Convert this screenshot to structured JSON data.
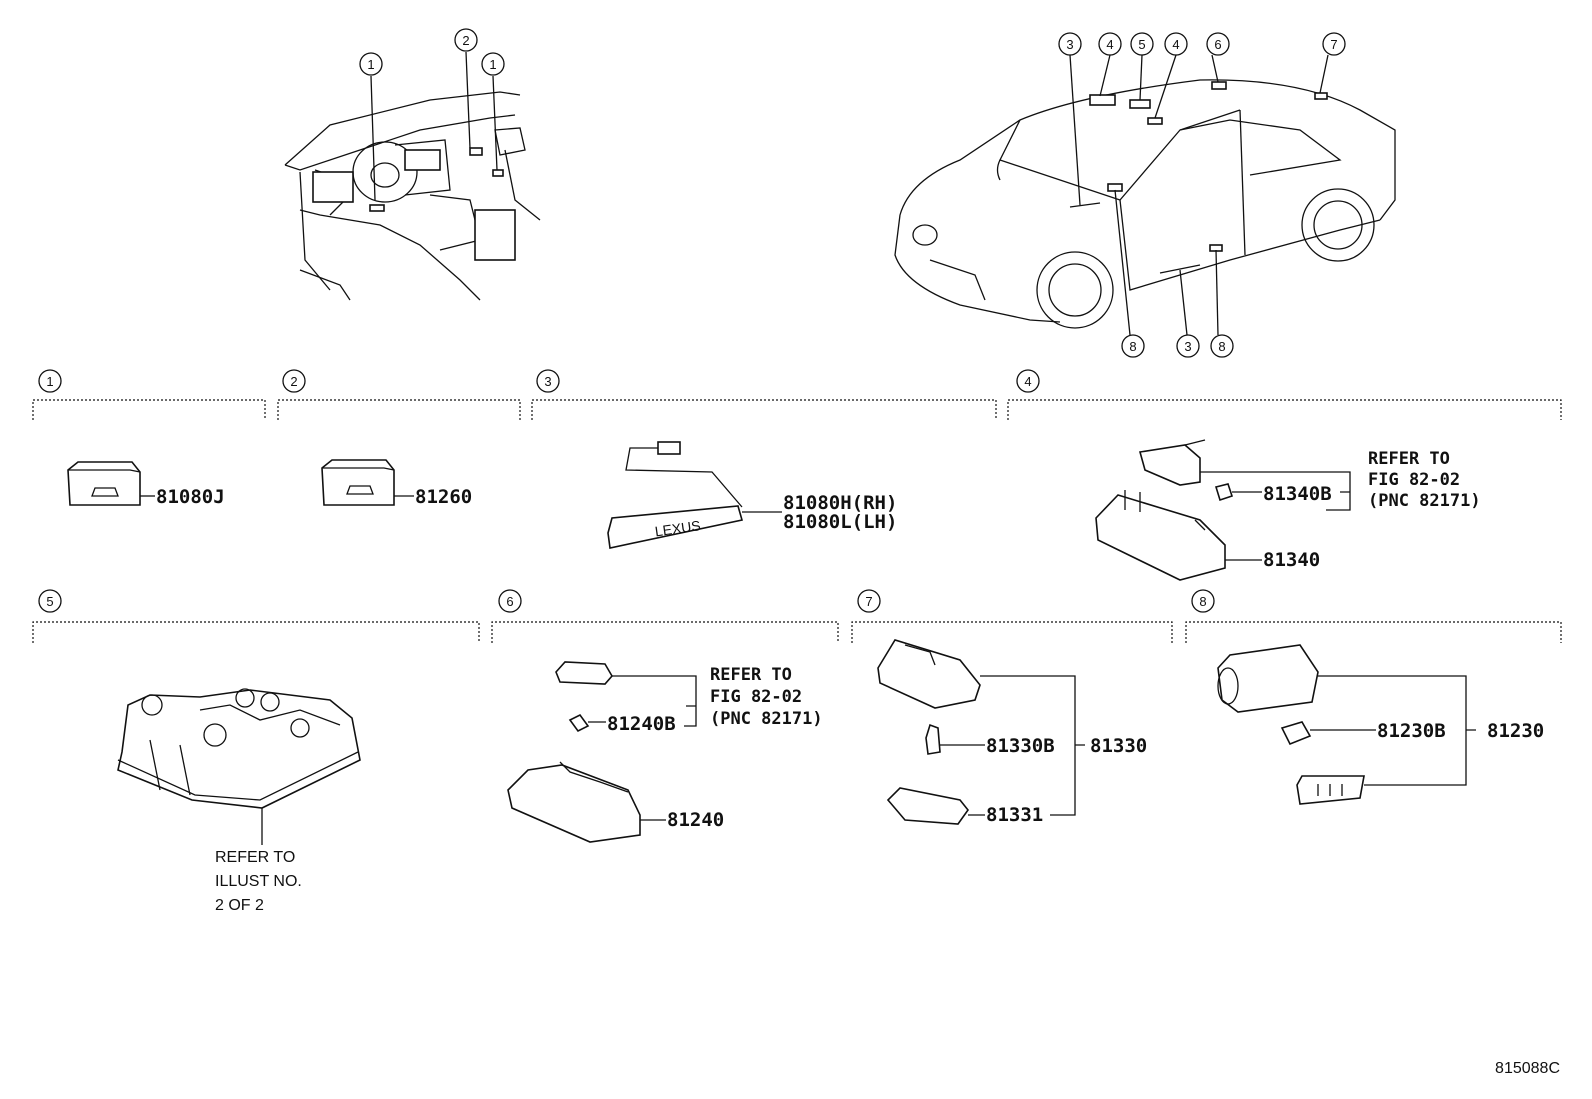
{
  "sections": [
    {
      "num": "1"
    },
    {
      "num": "2"
    },
    {
      "num": "3"
    },
    {
      "num": "4"
    },
    {
      "num": "5"
    },
    {
      "num": "6"
    },
    {
      "num": "7"
    },
    {
      "num": "8"
    }
  ],
  "callouts_dash": [
    "1",
    "2",
    "1"
  ],
  "callouts_car_top": [
    "3",
    "4",
    "5",
    "4",
    "6",
    "7"
  ],
  "callouts_car_bottom": [
    "8",
    "3",
    "8"
  ],
  "parts": {
    "p1": "81080J",
    "p2": "81260",
    "p3_rh": "81080H(RH)",
    "p3_lh": "81080L(LH)",
    "p4_bulb": "81340B",
    "p4_lamp": "81340",
    "p4_ref": [
      "REFER TO",
      "FIG 82-02",
      "(PNC 82171)"
    ],
    "p5_ref": [
      "REFER TO",
      "ILLUST NO.",
      "2 OF 2"
    ],
    "p6_bulb": "81240B",
    "p6_lamp": "81240",
    "p6_ref": [
      "REFER TO",
      "FIG 82-02",
      "(PNC 82171)"
    ],
    "p7_bulb": "81330B",
    "p7_assy": "81330",
    "p7_lens": "81331",
    "p8_bulb": "81230B",
    "p8_assy": "81230"
  },
  "figure_number": "815088C"
}
